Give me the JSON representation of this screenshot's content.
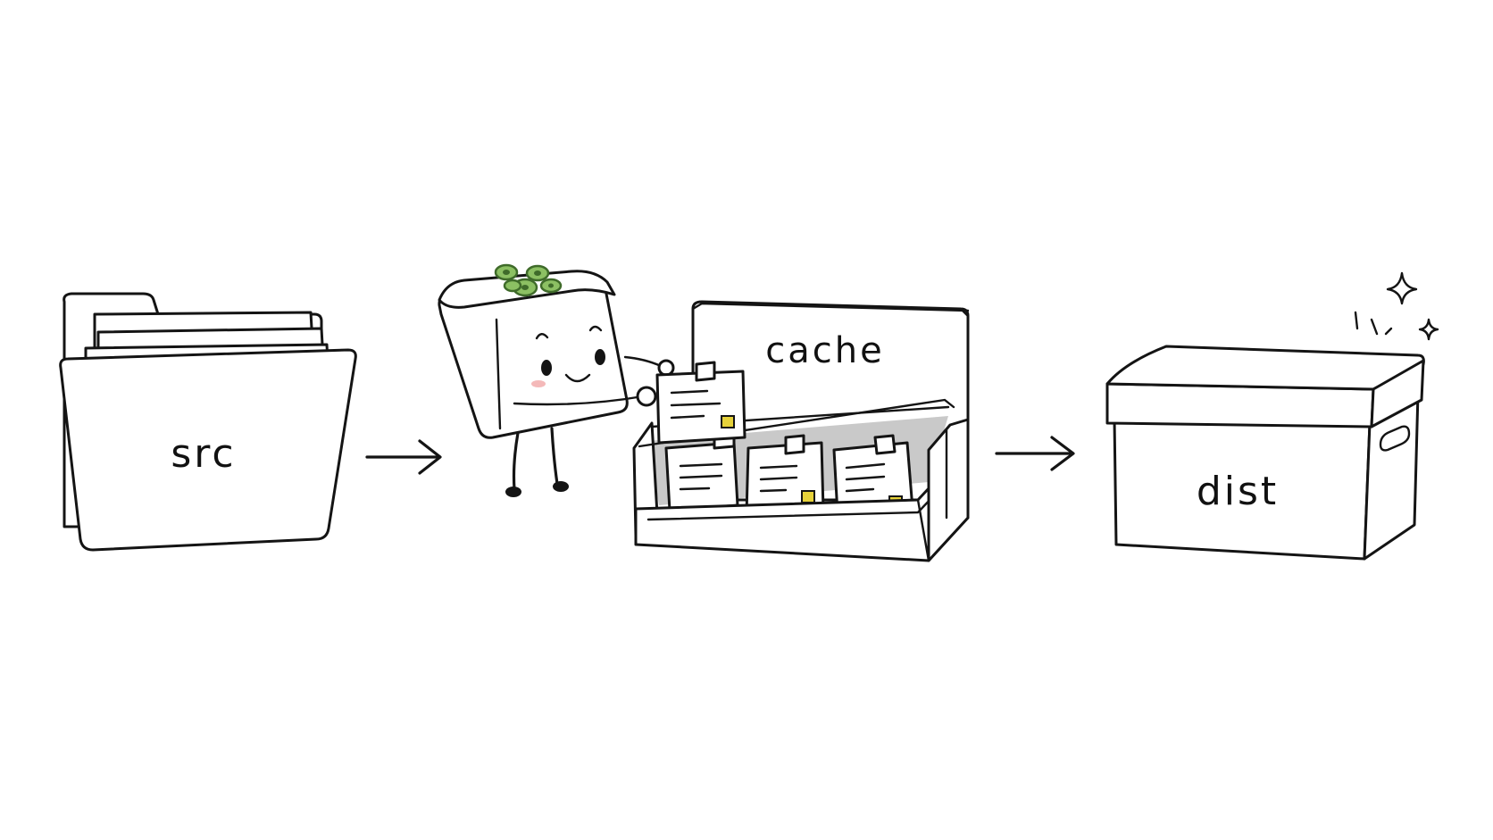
{
  "labels": {
    "src": "src",
    "cache": "cache",
    "dist": "dist"
  },
  "colors": {
    "ink": "#141414",
    "background": "#ffffff",
    "leaf_green": "#8cc063",
    "leaf_dark": "#3f6b2a",
    "sticky_yellow": "#e6d23a",
    "shadow_gray": "#c9c9c9",
    "blush": "#f4b9b9"
  }
}
